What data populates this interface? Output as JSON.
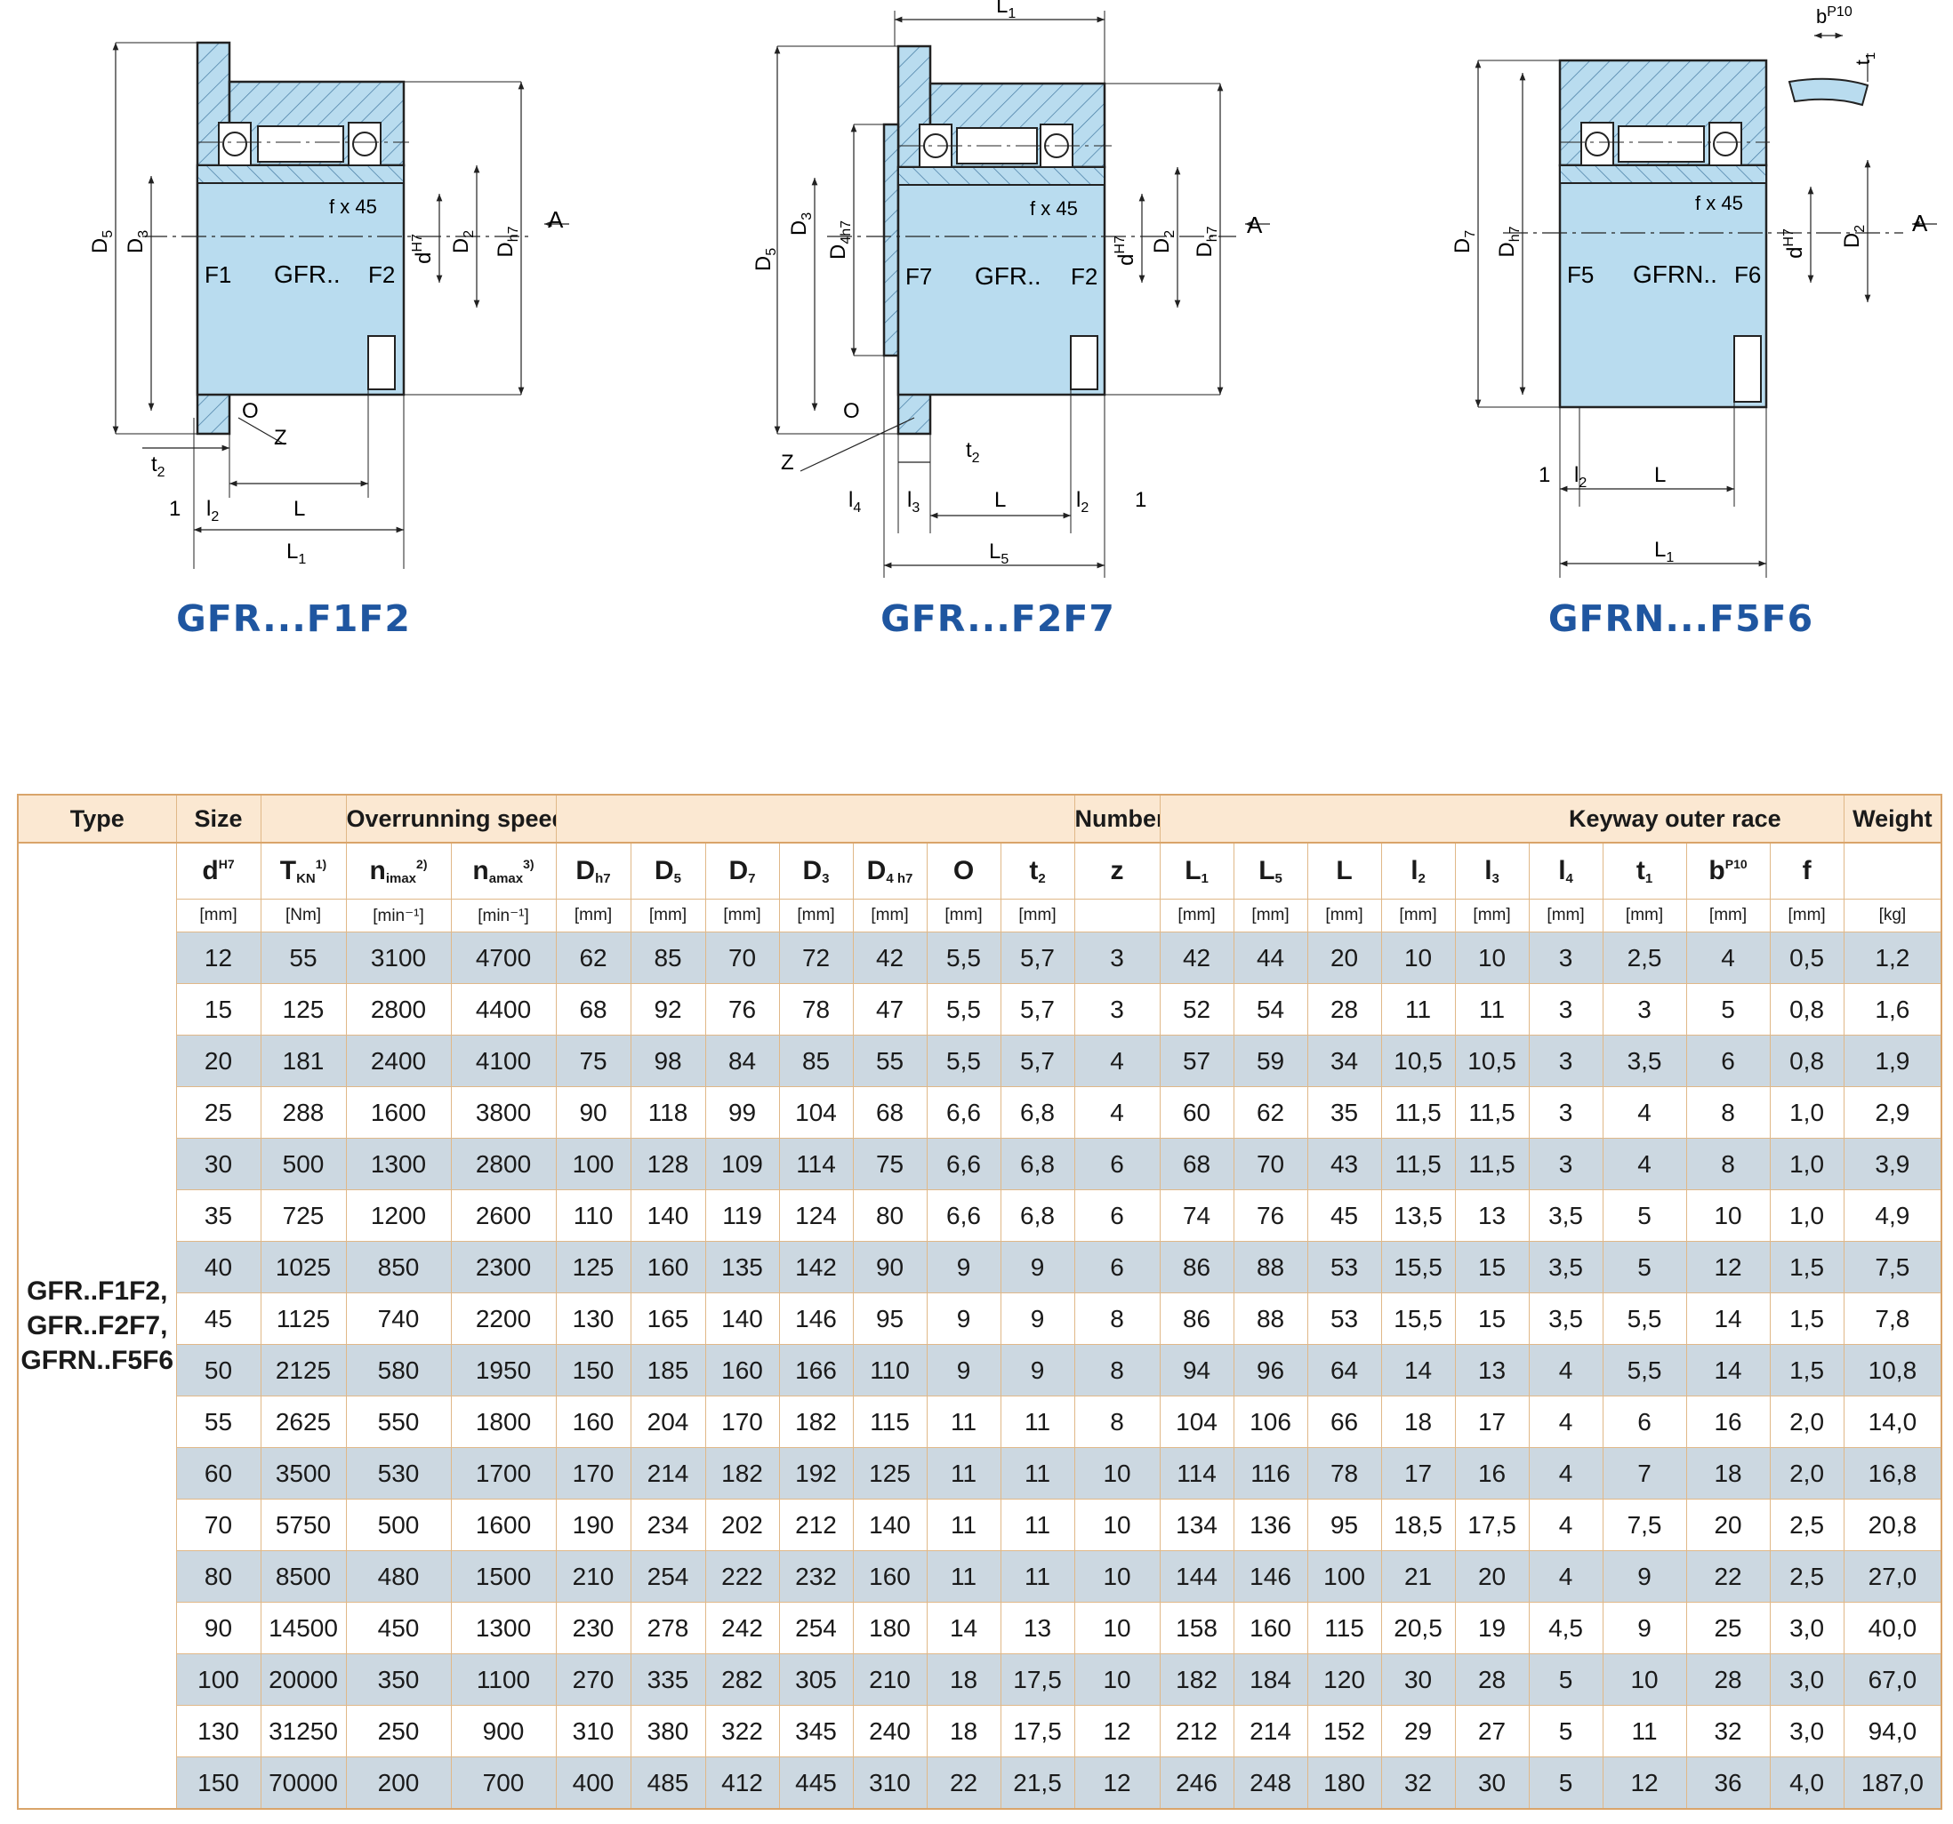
{
  "drawings": [
    {
      "caption": "GFR...F1F2",
      "labels": {
        "D5": "D",
        "D5s": "5",
        "D3": "D",
        "D3s": "3",
        "f": "f x 45",
        "d": "d",
        "dsup": "H7",
        "D2": "D",
        "D2s": "2",
        "Dh7": "D",
        "Dh7s": "h7",
        "A": "A",
        "F1": "F1",
        "type": "GFR..",
        "F2": "F2",
        "O": "O",
        "Z": "Z",
        "t2": "t",
        "t2s": "2",
        "one": "1",
        "l2": "l",
        "l2s": "2",
        "L": "L",
        "L1": "L",
        "L1s": "1"
      }
    },
    {
      "caption": "GFR...F2F7",
      "labels": {
        "L1": "L",
        "L1s": "1",
        "D5": "D",
        "D5s": "5",
        "D3": "D",
        "D3s": "3",
        "D4": "D",
        "D4s": "4h7",
        "f": "f x 45",
        "d": "d",
        "dsup": "H7",
        "D2": "D",
        "D2s": "2",
        "Dh7": "D",
        "Dh7s": "h7",
        "A": "A",
        "F7": "F7",
        "type": "GFR..",
        "F2": "F2",
        "O": "O",
        "Z": "Z",
        "t2": "t",
        "t2s": "2",
        "l4": "l",
        "l4s": "4",
        "l3": "l",
        "l3s": "3",
        "L": "L",
        "l2": "l",
        "l2s": "2",
        "one": "1",
        "L5": "L",
        "L5s": "5"
      }
    },
    {
      "caption": "GFRN...F5F6",
      "labels": {
        "b": "b",
        "bsup": "P10",
        "t1": "t",
        "t1s": "1",
        "D7": "D",
        "D7s": "7",
        "Dh7": "D",
        "Dh7s": "h7",
        "f": "f x 45",
        "d": "d",
        "dsup": "H7",
        "D2": "D",
        "D2s": "2",
        "A": "A",
        "F5": "F5",
        "type": "GFRN..",
        "F6": "F6",
        "one": "1",
        "l2": "l",
        "l2s": "2",
        "L": "L",
        "L1": "L",
        "L1s": "1"
      }
    }
  ],
  "table": {
    "groups": {
      "type": "Type",
      "size": "Size",
      "speeds": "Overrunning speeds",
      "number": "Number",
      "keyway": "Keyway outer race",
      "weight": "Weight"
    },
    "type_value": "GFR..F1F2, GFR..F2F7, GFRN..F5F6",
    "columns": [
      {
        "sym": "d",
        "sup": "H7",
        "sub": "",
        "unit": "[mm]"
      },
      {
        "sym": "T",
        "sup": "1)",
        "sub": "KN",
        "unit": "[Nm]"
      },
      {
        "sym": "n",
        "sup": "2)",
        "sub": "imax",
        "unit": "[min⁻¹]"
      },
      {
        "sym": "n",
        "sup": "3)",
        "sub": "amax",
        "unit": "[min⁻¹]"
      },
      {
        "sym": "D",
        "sup": "",
        "sub": "h7",
        "unit": "[mm]"
      },
      {
        "sym": "D",
        "sup": "",
        "sub": "5",
        "unit": "[mm]"
      },
      {
        "sym": "D",
        "sup": "",
        "sub": "7",
        "unit": "[mm]"
      },
      {
        "sym": "D",
        "sup": "",
        "sub": "3",
        "unit": "[mm]"
      },
      {
        "sym": "D",
        "sup": "",
        "sub": "4 h7",
        "unit": "[mm]"
      },
      {
        "sym": "O",
        "sup": "",
        "sub": "",
        "unit": "[mm]"
      },
      {
        "sym": "t",
        "sup": "",
        "sub": "2",
        "unit": "[mm]"
      },
      {
        "sym": "z",
        "sup": "",
        "sub": "",
        "unit": ""
      },
      {
        "sym": "L",
        "sup": "",
        "sub": "1",
        "unit": "[mm]"
      },
      {
        "sym": "L",
        "sup": "",
        "sub": "5",
        "unit": "[mm]"
      },
      {
        "sym": "L",
        "sup": "",
        "sub": "",
        "unit": "[mm]"
      },
      {
        "sym": "l",
        "sup": "",
        "sub": "2",
        "unit": "[mm]"
      },
      {
        "sym": "l",
        "sup": "",
        "sub": "3",
        "unit": "[mm]"
      },
      {
        "sym": "l",
        "sup": "",
        "sub": "4",
        "unit": "[mm]"
      },
      {
        "sym": "t",
        "sup": "",
        "sub": "1",
        "unit": "[mm]"
      },
      {
        "sym": "b",
        "sup": "P10",
        "sub": "",
        "unit": "[mm]"
      },
      {
        "sym": "f",
        "sup": "",
        "sub": "",
        "unit": "[mm]"
      },
      {
        "sym": "",
        "sup": "",
        "sub": "",
        "unit": "[kg]"
      }
    ],
    "rows": [
      [
        "12",
        "55",
        "3100",
        "4700",
        "62",
        "85",
        "70",
        "72",
        "42",
        "5,5",
        "5,7",
        "3",
        "42",
        "44",
        "20",
        "10",
        "10",
        "3",
        "2,5",
        "4",
        "0,5",
        "1,2"
      ],
      [
        "15",
        "125",
        "2800",
        "4400",
        "68",
        "92",
        "76",
        "78",
        "47",
        "5,5",
        "5,7",
        "3",
        "52",
        "54",
        "28",
        "11",
        "11",
        "3",
        "3",
        "5",
        "0,8",
        "1,6"
      ],
      [
        "20",
        "181",
        "2400",
        "4100",
        "75",
        "98",
        "84",
        "85",
        "55",
        "5,5",
        "5,7",
        "4",
        "57",
        "59",
        "34",
        "10,5",
        "10,5",
        "3",
        "3,5",
        "6",
        "0,8",
        "1,9"
      ],
      [
        "25",
        "288",
        "1600",
        "3800",
        "90",
        "118",
        "99",
        "104",
        "68",
        "6,6",
        "6,8",
        "4",
        "60",
        "62",
        "35",
        "11,5",
        "11,5",
        "3",
        "4",
        "8",
        "1,0",
        "2,9"
      ],
      [
        "30",
        "500",
        "1300",
        "2800",
        "100",
        "128",
        "109",
        "114",
        "75",
        "6,6",
        "6,8",
        "6",
        "68",
        "70",
        "43",
        "11,5",
        "11,5",
        "3",
        "4",
        "8",
        "1,0",
        "3,9"
      ],
      [
        "35",
        "725",
        "1200",
        "2600",
        "110",
        "140",
        "119",
        "124",
        "80",
        "6,6",
        "6,8",
        "6",
        "74",
        "76",
        "45",
        "13,5",
        "13",
        "3,5",
        "5",
        "10",
        "1,0",
        "4,9"
      ],
      [
        "40",
        "1025",
        "850",
        "2300",
        "125",
        "160",
        "135",
        "142",
        "90",
        "9",
        "9",
        "6",
        "86",
        "88",
        "53",
        "15,5",
        "15",
        "3,5",
        "5",
        "12",
        "1,5",
        "7,5"
      ],
      [
        "45",
        "1125",
        "740",
        "2200",
        "130",
        "165",
        "140",
        "146",
        "95",
        "9",
        "9",
        "8",
        "86",
        "88",
        "53",
        "15,5",
        "15",
        "3,5",
        "5,5",
        "14",
        "1,5",
        "7,8"
      ],
      [
        "50",
        "2125",
        "580",
        "1950",
        "150",
        "185",
        "160",
        "166",
        "110",
        "9",
        "9",
        "8",
        "94",
        "96",
        "64",
        "14",
        "13",
        "4",
        "5,5",
        "14",
        "1,5",
        "10,8"
      ],
      [
        "55",
        "2625",
        "550",
        "1800",
        "160",
        "204",
        "170",
        "182",
        "115",
        "11",
        "11",
        "8",
        "104",
        "106",
        "66",
        "18",
        "17",
        "4",
        "6",
        "16",
        "2,0",
        "14,0"
      ],
      [
        "60",
        "3500",
        "530",
        "1700",
        "170",
        "214",
        "182",
        "192",
        "125",
        "11",
        "11",
        "10",
        "114",
        "116",
        "78",
        "17",
        "16",
        "4",
        "7",
        "18",
        "2,0",
        "16,8"
      ],
      [
        "70",
        "5750",
        "500",
        "1600",
        "190",
        "234",
        "202",
        "212",
        "140",
        "11",
        "11",
        "10",
        "134",
        "136",
        "95",
        "18,5",
        "17,5",
        "4",
        "7,5",
        "20",
        "2,5",
        "20,8"
      ],
      [
        "80",
        "8500",
        "480",
        "1500",
        "210",
        "254",
        "222",
        "232",
        "160",
        "11",
        "11",
        "10",
        "144",
        "146",
        "100",
        "21",
        "20",
        "4",
        "9",
        "22",
        "2,5",
        "27,0"
      ],
      [
        "90",
        "14500",
        "450",
        "1300",
        "230",
        "278",
        "242",
        "254",
        "180",
        "14",
        "13",
        "10",
        "158",
        "160",
        "115",
        "20,5",
        "19",
        "4,5",
        "9",
        "25",
        "3,0",
        "40,0"
      ],
      [
        "100",
        "20000",
        "350",
        "1100",
        "270",
        "335",
        "282",
        "305",
        "210",
        "18",
        "17,5",
        "10",
        "182",
        "184",
        "120",
        "30",
        "28",
        "5",
        "10",
        "28",
        "3,0",
        "67,0"
      ],
      [
        "130",
        "31250",
        "250",
        "900",
        "310",
        "380",
        "322",
        "345",
        "240",
        "18",
        "17,5",
        "12",
        "212",
        "214",
        "152",
        "29",
        "27",
        "5",
        "11",
        "32",
        "3,0",
        "94,0"
      ],
      [
        "150",
        "70000",
        "200",
        "700",
        "400",
        "485",
        "412",
        "445",
        "310",
        "22",
        "21,5",
        "12",
        "246",
        "248",
        "180",
        "32",
        "30",
        "5",
        "12",
        "36",
        "4,0",
        "187,0"
      ]
    ]
  }
}
